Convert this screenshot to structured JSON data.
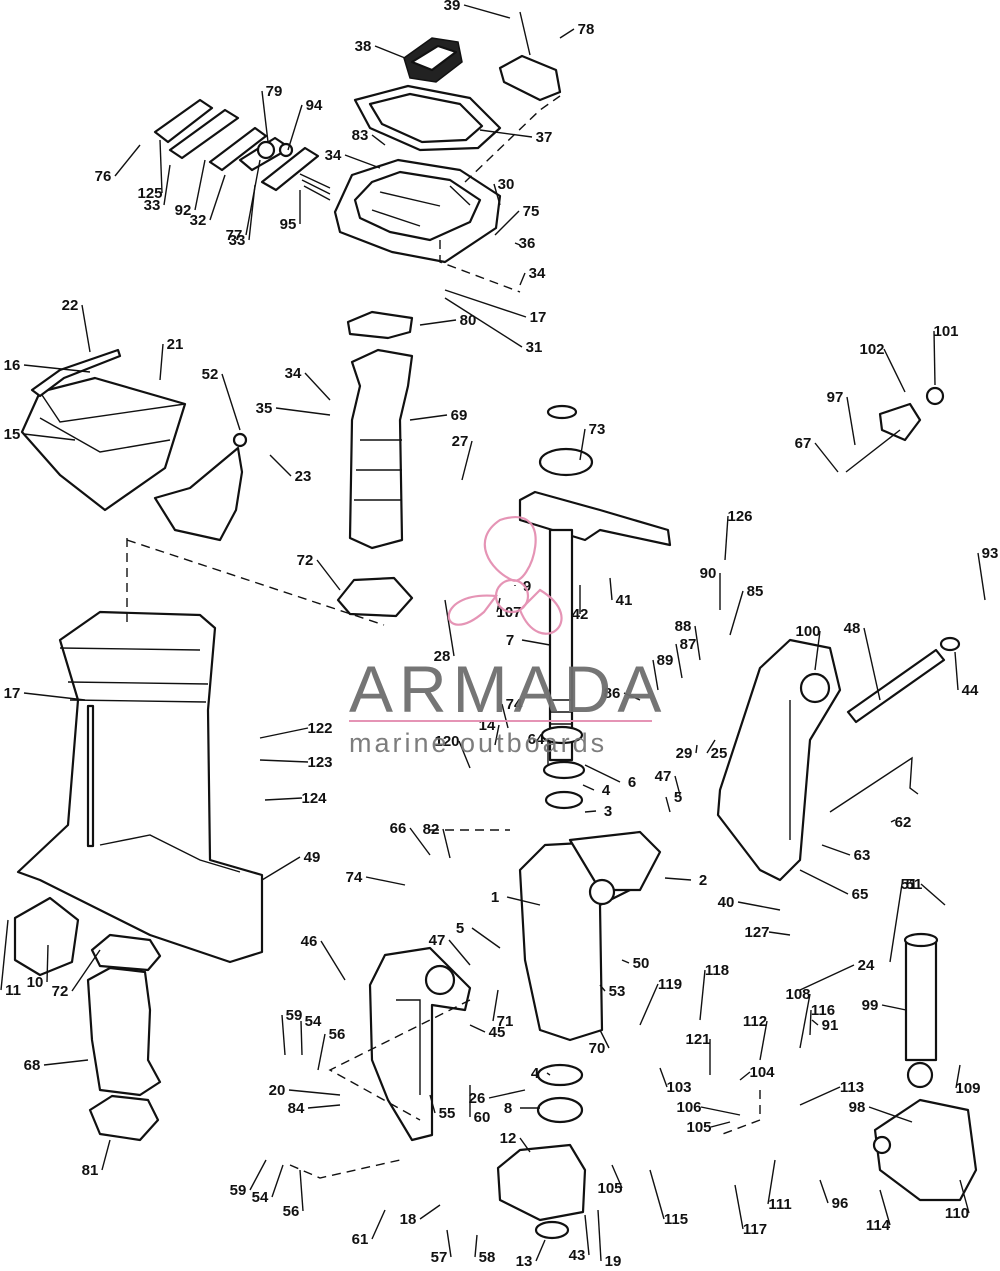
{
  "watermark": {
    "brand": "ARMADA",
    "tagline": "marine outboards",
    "accent_color": "#e48fb2"
  },
  "callouts": [
    "1",
    "2",
    "3",
    "4",
    "5",
    "6",
    "7",
    "8",
    "9",
    "10",
    "11",
    "12",
    "13",
    "14",
    "15",
    "16",
    "17",
    "18",
    "19",
    "20",
    "21",
    "22",
    "23",
    "24",
    "25",
    "26",
    "27",
    "28",
    "29",
    "30",
    "31",
    "32",
    "33",
    "34",
    "35",
    "36",
    "37",
    "38",
    "39",
    "40",
    "41",
    "42",
    "43",
    "44",
    "45",
    "46",
    "47",
    "48",
    "49",
    "50",
    "51",
    "52",
    "53",
    "54",
    "55",
    "56",
    "57",
    "58",
    "59",
    "60",
    "61",
    "62",
    "63",
    "64",
    "65",
    "66",
    "67",
    "68",
    "69",
    "70",
    "71",
    "72",
    "73",
    "74",
    "75",
    "76",
    "77",
    "78",
    "79",
    "80",
    "81",
    "82",
    "83",
    "84",
    "85",
    "86",
    "87",
    "88",
    "89",
    "90",
    "91",
    "92",
    "93",
    "94",
    "95",
    "96",
    "97",
    "98",
    "99",
    "100",
    "101",
    "102",
    "103",
    "104",
    "105",
    "106",
    "107",
    "108",
    "109",
    "110",
    "111",
    "112",
    "113",
    "114",
    "115",
    "116",
    "117",
    "118",
    "119",
    "120",
    "121",
    "122",
    "123",
    "124",
    "125",
    "126",
    "127"
  ]
}
